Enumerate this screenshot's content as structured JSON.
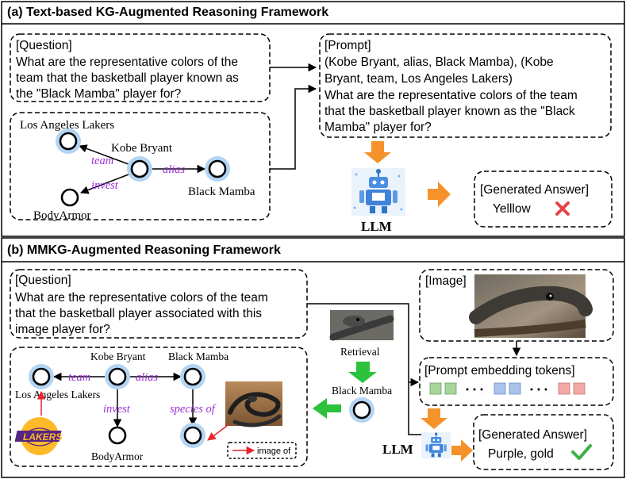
{
  "panel_a": {
    "title": "(a) Text-based KG-Augmented Reasoning Framework",
    "question": {
      "tag": "[Question]",
      "lines": [
        "What are the representative colors of the",
        "team that the basketball player known as",
        "the \"Black Mamba\" player for?"
      ]
    },
    "prompt": {
      "tag": "[Prompt]",
      "lines": [
        "(Kobe Bryant, alias, Black Mamba), (Kobe",
        "Bryant, team, Los Angeles Lakers)",
        "What are the representative colors of the team",
        "that the basketball player known as the \"Black",
        "Mamba\" player for?"
      ]
    },
    "kg": {
      "entities": {
        "lakers": "Los Angeles Lakers",
        "kobe": "Kobe Bryant",
        "mamba": "Black Mamba",
        "bodyarmor": "BodyArmor"
      },
      "relations": {
        "team": "team",
        "alias": "alias",
        "invest": "invest"
      }
    },
    "llm_label": "LLM",
    "answer": {
      "tag": "[Generated Answer]",
      "text": "Yelllow",
      "status": "wrong"
    }
  },
  "panel_b": {
    "title": "(b) MMKG-Augmented Reasoning Framework",
    "question": {
      "tag": "[Question]",
      "lines": [
        "What are the representative colors of the team",
        "that the basketball player associated with this",
        "image player for?"
      ]
    },
    "retrieval_label": "Retrieval",
    "retrieved_entity": "Black Mamba",
    "image_tag": "[Image]",
    "prompt_tokens_tag": "[Prompt embedding tokens]",
    "kg": {
      "entities": {
        "lakers": "Los Angeles Lakers",
        "kobe": "Kobe Bryant",
        "mamba": "Black Mamba",
        "bodyarmor": "BodyArmor"
      },
      "relations": {
        "team": "team",
        "alias": "alias",
        "invest": "invest",
        "species": "species of"
      },
      "lakers_logo_text": "LAKERS",
      "legend": "image of"
    },
    "llm_label": "LLM",
    "answer": {
      "tag": "[Generated Answer]",
      "text": "Purple, gold",
      "status": "correct"
    }
  },
  "colors": {
    "relation_text": "#9b30d9",
    "node_ring": "#b3d4f2",
    "orange_arrow": "#f5922a",
    "green_arrow": "#2dc23c",
    "wrong_mark": "#e6434a",
    "correct_mark": "#3cb24a",
    "image_of_arrow": "#e8242c",
    "token_green": "#a7d69a",
    "token_blue": "#a9c3ec",
    "token_red": "#f3a9a6"
  },
  "icons": [
    "robot-llm-icon",
    "cross-mark-icon",
    "check-mark-icon",
    "snake-photo",
    "lakers-logo"
  ]
}
